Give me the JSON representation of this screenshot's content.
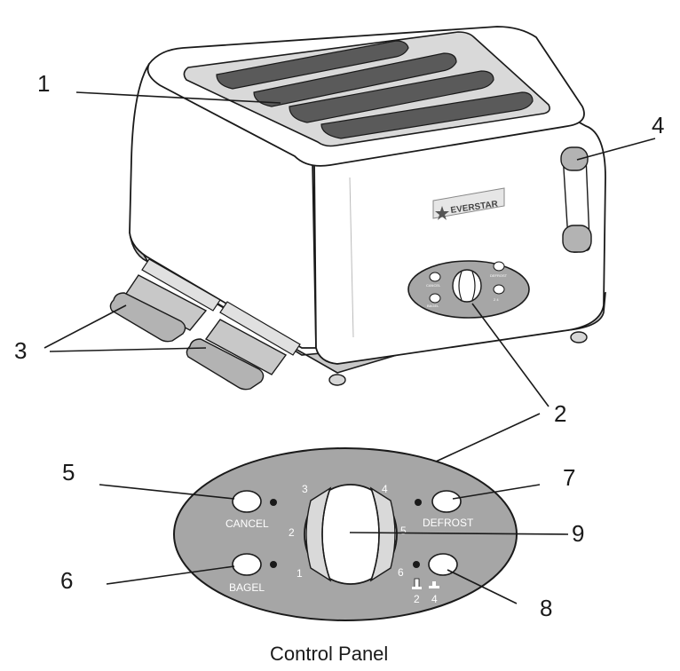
{
  "callouts": {
    "n1": "1",
    "n2_top": "2",
    "n3": "3",
    "n4": "4",
    "n5": "5",
    "n6": "6",
    "n7": "7",
    "n8": "8",
    "n9": "9"
  },
  "brand": "EVERSTAR",
  "panel": {
    "cancel_label": "CANCEL",
    "bagel_label": "BAGEL",
    "defrost_label": "DEFROST",
    "dial_numbers": [
      "1",
      "2",
      "3",
      "4",
      "5",
      "6"
    ],
    "slot_options": [
      "2",
      "4"
    ]
  },
  "mini_panel": {
    "cancel_label": "CANCEL",
    "bagel_label": "BAGEL",
    "defrost_label": "DEFROST",
    "slot_label": "2 4"
  },
  "caption": "Control Panel",
  "colors": {
    "panel_gray": "#a6a6a6",
    "slot_dark": "#5a5a5a",
    "lever_gray": "#b3b3b3",
    "base_gray": "#c8c8c8",
    "outline": "#1a1a1a"
  }
}
